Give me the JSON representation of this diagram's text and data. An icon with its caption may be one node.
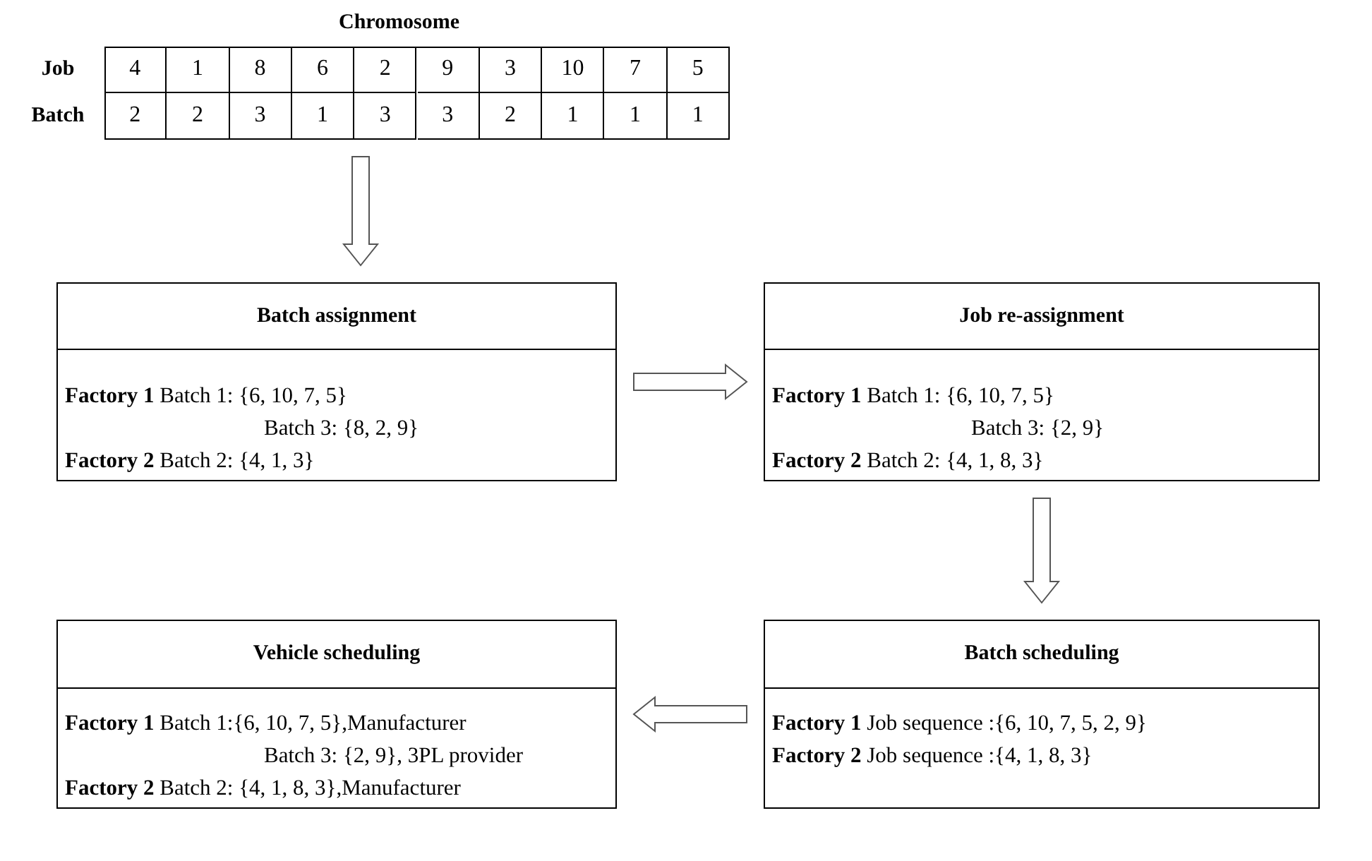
{
  "diagram": {
    "nodes": [
      {
        "text": [
          "Chromosome"
        ]
      },
      {
        "text": [
          "Batch assignment",
          "**Factory 1** Batch 1: {6, 10, 7, 5}",
          "Batch 3: {8, 2, 9}",
          "**Factory 2** Batch 2: {4, 1, 3}"
        ]
      },
      {
        "text": [
          "Job re-assignment",
          "**Factory 1** Batch 1: {6, 10, 7, 5}",
          "Batch 3: {2, 9}",
          "**Factory 2** Batch 2: {4, 1, 8, 3}"
        ]
      },
      {
        "text": [
          "Vehicle scheduling",
          "**Factory 1** Batch 1:{6, 10, 7, 5},Manufacturer",
          "Batch 3: {2, 9}, 3PL provider",
          "**Factory 2** Batch 2: {4, 1, 8, 3},Manufacturer"
        ]
      },
      {
        "text": [
          "Batch scheduling",
          "**Factory 1** Job sequence :{6, 10, 7, 5, 2, 9}",
          "**Factory 2** Job sequence :{4, 1, 8, 3}"
        ]
      }
    ],
    "edges": [
      {
        "from": 0,
        "to": 1,
        "arrow": "to"
      },
      {
        "from": 1,
        "to": 2,
        "arrow": "to"
      },
      {
        "from": 2,
        "to": 4,
        "arrow": "to"
      },
      {
        "from": 4,
        "to": 3,
        "arrow": "to"
      }
    ],
    "labels": [
      "Job",
      "4",
      "1",
      "8",
      "6",
      "2",
      "9",
      "3",
      "10",
      "7",
      "5",
      "Batch",
      "2",
      "2",
      "3",
      "1",
      "3",
      "3",
      "2",
      "1",
      "1",
      "1"
    ]
  }
}
